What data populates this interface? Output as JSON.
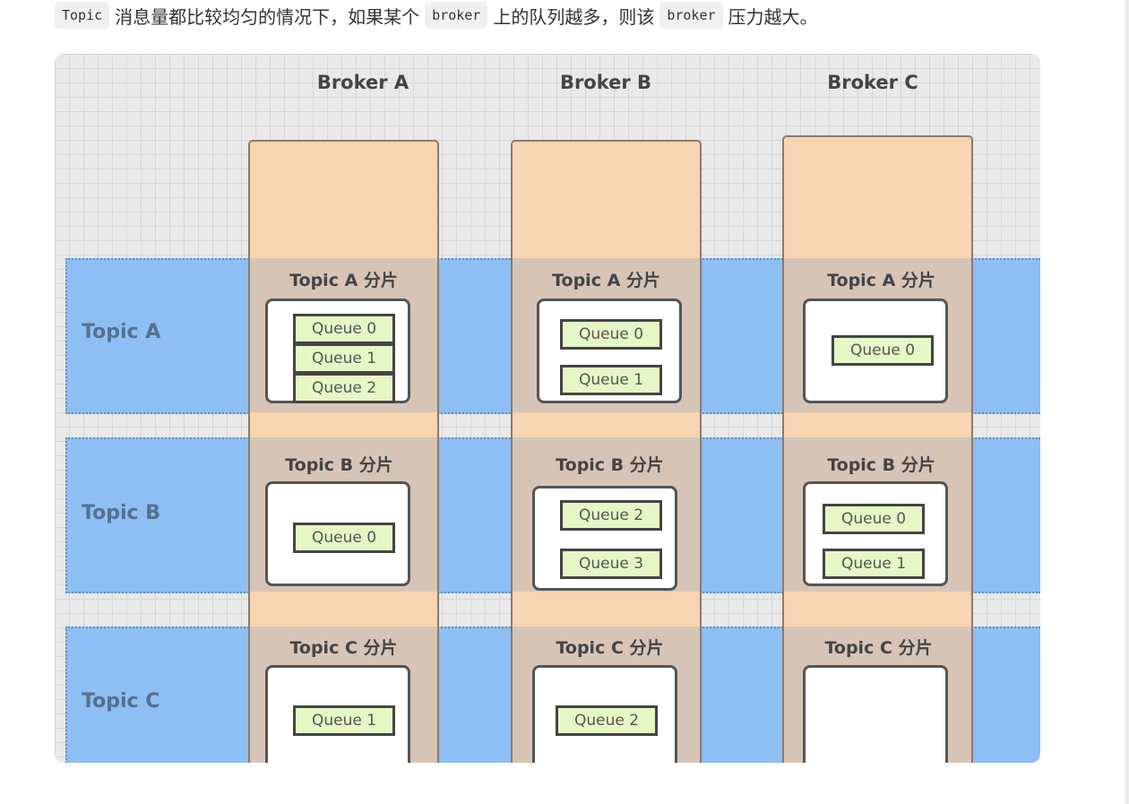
{
  "paragraph": {
    "code1": "Topic",
    "text1": "消息量都比较均匀的情况下，如果某个",
    "code2": "broker",
    "text2": "上的队列越多，则该",
    "code3": "broker",
    "text3": "压力越大。"
  },
  "diagram": {
    "brokers": [
      "Broker A",
      "Broker B",
      "Broker C"
    ],
    "topics": [
      "Topic A",
      "Topic B",
      "Topic C"
    ],
    "shards": [
      "Topic A 分片",
      "Topic B 分片",
      "Topic C 分片"
    ],
    "queues": {
      "a_a": [
        "Queue 0",
        "Queue 1",
        "Queue 2"
      ],
      "a_b": [
        "Queue 0",
        "Queue 1"
      ],
      "a_c": [
        "Queue 0"
      ],
      "b_a": [
        "Queue 0"
      ],
      "b_b": [
        "Queue 2",
        "Queue 3"
      ],
      "b_c": [
        "Queue 0",
        "Queue 1"
      ],
      "c_a": [
        "Queue 1"
      ],
      "c_b": [
        "Queue 2"
      ]
    }
  }
}
